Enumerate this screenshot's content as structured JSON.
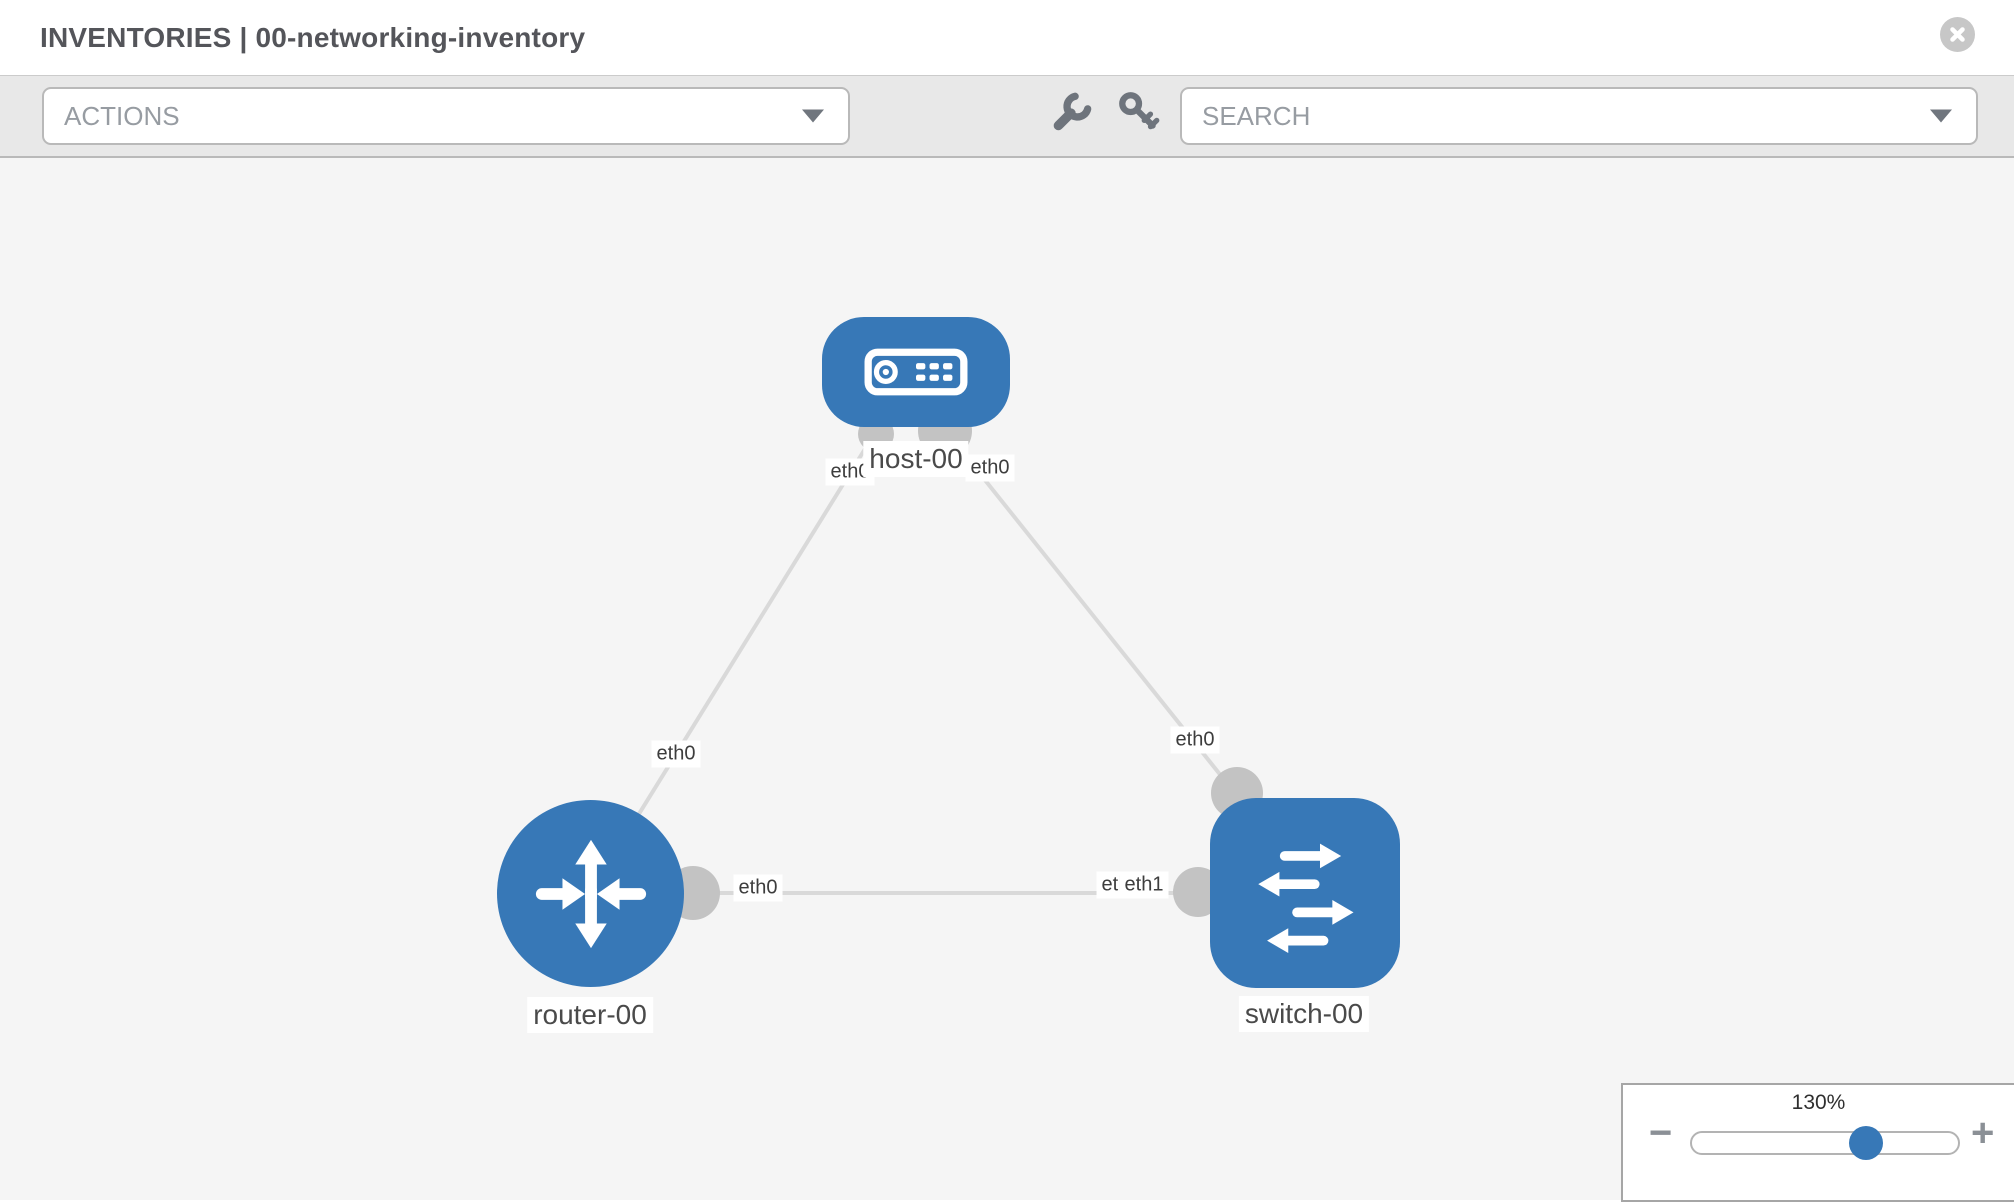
{
  "header": {
    "title": "INVENTORIES | 00-networking-inventory"
  },
  "toolbar": {
    "actions_label": "ACTIONS",
    "search_label": "SEARCH",
    "icons": [
      "wrench-icon",
      "key-icon"
    ]
  },
  "topology": {
    "nodes": [
      {
        "name": "host-00",
        "type": "host"
      },
      {
        "name": "router-00",
        "type": "router"
      },
      {
        "name": "switch-00",
        "type": "switch"
      }
    ],
    "links": [
      {
        "source": "host-00",
        "target": "router-00",
        "source_interface": "eth0",
        "target_interface": "eth0"
      },
      {
        "source": "host-00",
        "target": "switch-00",
        "source_interface": "eth0",
        "target_interface": "eth0"
      },
      {
        "source": "router-00",
        "target": "switch-00",
        "source_interface": "eth0",
        "target_interface": "eth1"
      }
    ]
  },
  "zoom_control": {
    "level": "130%",
    "minus_label": "−",
    "plus_label": "+"
  },
  "colors": {
    "node_blue": "#3778b7",
    "link_gray": "#d9d9d9",
    "dot_gray": "#c3c3c3",
    "toolbar_gray": "#e8e8e8"
  }
}
